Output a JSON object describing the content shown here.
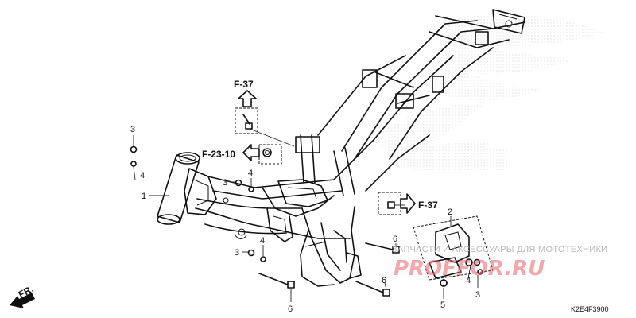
{
  "callouts": {
    "c1": "1",
    "c2": "2",
    "c3a": "3",
    "c3b": "3",
    "c3c": "3",
    "c3d": "3",
    "c4a": "4",
    "c4b": "4",
    "c4c": "4",
    "c4d": "4",
    "c5": "5",
    "c6a": "6",
    "c6b": "6",
    "c6c": "6"
  },
  "refs": {
    "top": "F-37",
    "left": "F-23-10",
    "right": "F-37"
  },
  "watermark": {
    "text": "ЗАПЧАСТИ И АКСЕССУАРЫ ДЛЯ МОТОТЕХНИКИ",
    "logo": "PROFFOR.RU"
  },
  "direction_label": "FR.",
  "diagram_code": "K2E4F3900",
  "colors": {
    "line": "#111111",
    "watermark_logo": "#e8606a",
    "watermark_text": "#b9b9b9"
  }
}
